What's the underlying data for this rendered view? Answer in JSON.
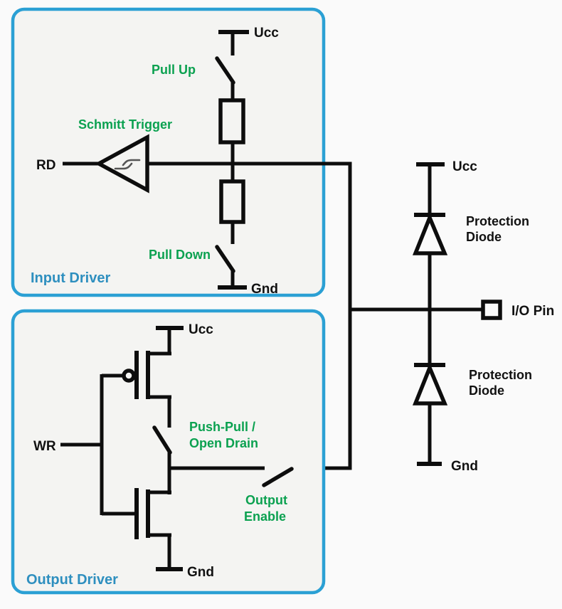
{
  "colors": {
    "background": "#fafafa",
    "box_fill": "#f4f4f2",
    "box_border": "#2ba0d4",
    "wire": "#0d0d0d",
    "label_black": "#111111",
    "label_green": "#0ba150",
    "label_blue": "#2e8fbf"
  },
  "input_driver": {
    "title": "Input Driver",
    "ucc_label": "Ucc",
    "gnd_label": "Gnd",
    "rd_label": "RD",
    "pull_up_label": "Pull Up",
    "pull_down_label": "Pull Down",
    "schmitt_trigger_label": "Schmitt Trigger"
  },
  "output_driver": {
    "title": "Output Driver",
    "ucc_label": "Ucc",
    "gnd_label": "Gnd",
    "wr_label": "WR",
    "push_pull_label_line1": "Push-Pull /",
    "push_pull_label_line2": "Open Drain",
    "output_enable_label_line1": "Output",
    "output_enable_label_line2": "Enable"
  },
  "pin_section": {
    "ucc_label": "Ucc",
    "gnd_label": "Gnd",
    "upper_protection_diode_line1": "Protection",
    "upper_protection_diode_line2": "Diode",
    "lower_protection_diode_line1": "Protection",
    "lower_protection_diode_line2": "Diode",
    "io_pin_label": "I/O Pin"
  }
}
